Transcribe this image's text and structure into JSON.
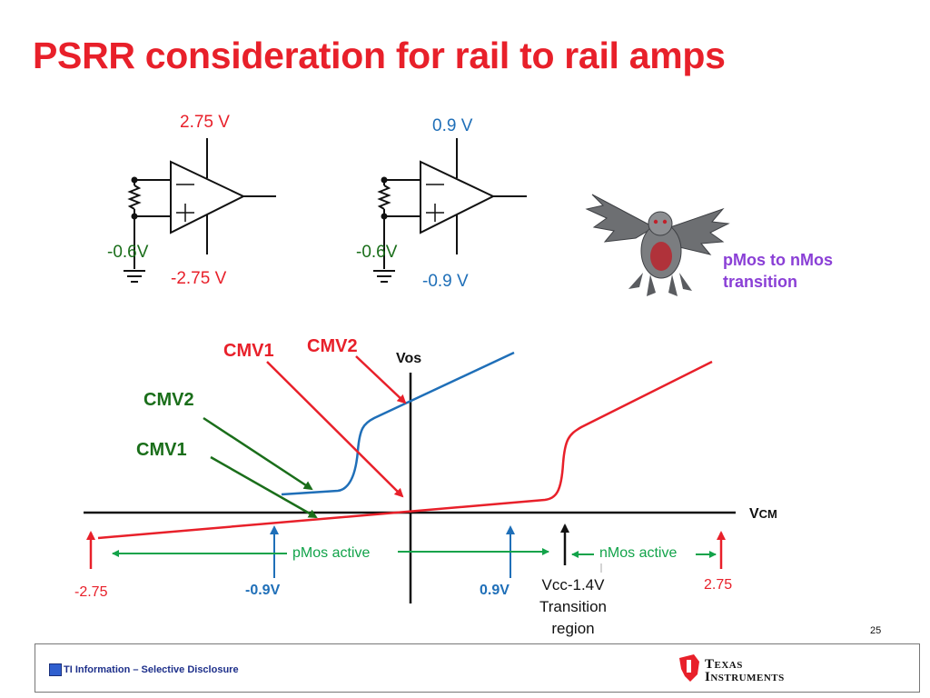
{
  "title": "PSRR consideration for rail to rail amps",
  "circuits": [
    {
      "top_rail": "2.75 V",
      "bottom_rail": "-2.75 V",
      "input_bias": "-0.6V",
      "color": "#e8202a"
    },
    {
      "top_rail": "0.9 V",
      "bottom_rail": "-0.9 V",
      "input_bias": "-0.6V",
      "color": "#1f6fb8"
    }
  ],
  "transition_note": "pMos to nMos\ntransition",
  "graph": {
    "labels": {
      "cmv1_red": "CMV1",
      "cmv2_red": "CMV2",
      "cmv2_green": "CMV2",
      "cmv1_green": "CMV1",
      "vos": "Vos",
      "vcm_main": "V",
      "vcm_sub": "CM",
      "pmos_active": "pMos active",
      "nmos_active": "nMos active",
      "neg_275": "-2.75",
      "neg_09": "-0.9V",
      "pos_09": "0.9V",
      "pos_275": "2.75",
      "transition": "Vcc-1.4V\nTransition\nregion"
    },
    "colors": {
      "red": "#e8202a",
      "blue": "#1f6fb8",
      "green": "#1a6e1a",
      "purple": "#8a3fd6"
    }
  },
  "footer": {
    "disclosure": "TI Information – Selective Disclosure",
    "page_number": "25",
    "logo_line1": "Texas",
    "logo_line2": "Instruments"
  }
}
